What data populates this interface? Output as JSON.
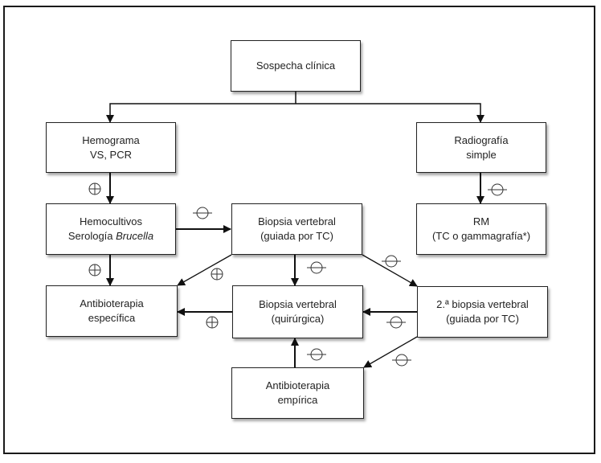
{
  "nodes": {
    "sospecha": {
      "line1": "Sospecha clínica"
    },
    "hemograma": {
      "line1": "Hemograma",
      "line2": "VS, PCR"
    },
    "radiografia": {
      "line1": "Radiografía",
      "line2": "simple"
    },
    "hemocultivos": {
      "line1": "Hemocultivos",
      "line2_prefix": "Serología ",
      "line2_italic": "Brucella"
    },
    "biopsia_tc": {
      "line1": "Biopsia vertebral",
      "line2": "(guiada por TC)"
    },
    "rm": {
      "line1": "RM",
      "line2": "(TC o gammagrafía*)"
    },
    "antibio_especifica": {
      "line1": "Antibioterapia",
      "line2": "específica"
    },
    "biopsia_quirurgica": {
      "line1": "Biopsia vertebral",
      "line2": "(quirúrgica)"
    },
    "segunda_biopsia": {
      "line1": "2.ª biopsia vertebral",
      "line2": "(guiada por TC)"
    },
    "antibio_empirica": {
      "line1": "Antibioterapia",
      "line2": "empírica"
    }
  },
  "edges": [
    {
      "from": "sospecha",
      "to": "hemograma",
      "result": ""
    },
    {
      "from": "sospecha",
      "to": "radiografia",
      "result": ""
    },
    {
      "from": "hemograma",
      "to": "hemocultivos",
      "result": "positive"
    },
    {
      "from": "radiografia",
      "to": "rm",
      "result": "negative"
    },
    {
      "from": "hemocultivos",
      "to": "biopsia_tc",
      "result": "negative"
    },
    {
      "from": "hemocultivos",
      "to": "antibio_especifica",
      "result": "positive"
    },
    {
      "from": "biopsia_tc",
      "to": "antibio_especifica",
      "result": "positive"
    },
    {
      "from": "biopsia_tc",
      "to": "biopsia_quirurgica",
      "result": "negative"
    },
    {
      "from": "biopsia_tc",
      "to": "segunda_biopsia",
      "result": "negative"
    },
    {
      "from": "biopsia_quirurgica",
      "to": "antibio_especifica",
      "result": "positive"
    },
    {
      "from": "segunda_biopsia",
      "to": "biopsia_quirurgica",
      "result": "negative"
    },
    {
      "from": "segunda_biopsia",
      "to": "antibio_empirica",
      "result": "negative"
    },
    {
      "from": "antibio_empirica",
      "to": "biopsia_quirurgica",
      "result": "negative"
    }
  ],
  "legend_symbols": {
    "positive": "⊕",
    "negative": "⊖"
  }
}
